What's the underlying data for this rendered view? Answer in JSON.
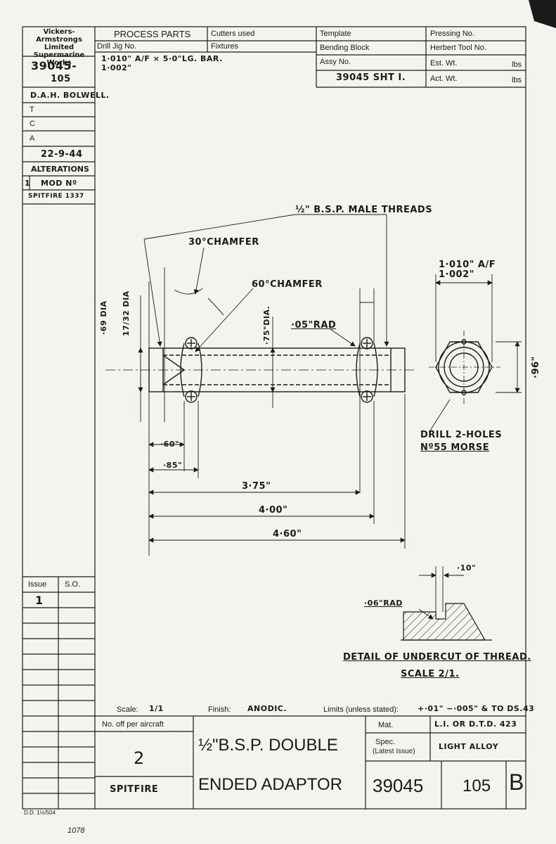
{
  "title_block": {
    "company": [
      "Vickers-Armstrongs",
      "Limited",
      "Supermarine Works"
    ],
    "process_parts": "PROCESS PARTS",
    "cutters_used": "Cutters used",
    "fixtures": "Fixtures",
    "drill_jig": "Drill Jig No.",
    "material_note_1": "1·010\" A/F × 5·0\"LG. BAR.",
    "material_note_2": "1·002\"",
    "template": "Template",
    "bending_block": "Bending Block",
    "assy_no": "Assy No.",
    "assy_value": "39045 SHT I.",
    "pressing_no": "Pressing No.",
    "herbert_tool": "Herbert Tool No.",
    "est_wt": "Est. Wt.",
    "act_wt": "Act. Wt.",
    "lbs": "lbs"
  },
  "side_column": {
    "drawing_no_1": "39045-",
    "drawing_no_2": "105",
    "drawn_by": "D.A.H. BOLWELL.",
    "t_label": "T",
    "c_label": "C",
    "a_label": "A",
    "date": "22-9-44",
    "alterations": "ALTERATIONS",
    "alt_number": "1",
    "alt_text_1": "MOD Nº",
    "alt_text_2": "SPITFIRE 1337",
    "issue": "Issue",
    "so": "S.O.",
    "issue_value": "1",
    "stamp": "D.D. 1½/504"
  },
  "drawing": {
    "male_threads": "½\" B.S.P. MALE THREADS",
    "chamfer_30": "30°CHAMFER",
    "chamfer_60": "60°CHAMFER",
    "dia_69": "·69 DIA",
    "dia_17_32": "17/32 DIA",
    "dia_75": "·75\"DIA.",
    "rad_05": "·05\"RAD",
    "af_1": "1·010\" A/F",
    "af_2": "1·002\"",
    "dim_96": "·96\"",
    "drill_1": "DRILL 2-HOLES",
    "drill_2": "Nº55 MORSE",
    "dim_060": "·60\"",
    "dim_085": "·85\"",
    "dim_375": "3·75\"",
    "dim_400": "4·00\"",
    "dim_460": "4·60\"",
    "dim_010": "·10\"",
    "rad_06": "·06\"RAD",
    "detail_title": "DETAIL OF UNDERCUT OF THREAD.",
    "detail_scale": "SCALE 2/1."
  },
  "bottom_block": {
    "scale_label": "Scale:",
    "scale_value": "1/1",
    "finish_label": "Finish:",
    "finish_value": "ANODIC.",
    "limits_label": "Limits (unless stated):",
    "limits_value": "+·01\" −·005\" & TO DS.43",
    "no_off": "No. off per aircraft",
    "no_off_value": "2",
    "aircraft": "SPITFIRE",
    "title_1": "½\"B.S.P. DOUBLE",
    "title_2": "ENDED ADAPTOR",
    "mat_label": "Mat.",
    "mat_value": "L.I. OR D.T.D. 423",
    "spec_label": "Spec.",
    "spec_sub": "(Latest Issue)",
    "spec_value": "LIGHT ALLOY",
    "drawing_no": "39045",
    "part_no": "105",
    "issue_letter": "B"
  },
  "footer": {
    "note": "1078"
  },
  "colors": {
    "paper": "#f4f3ee",
    "ink": "#1a1a1a"
  }
}
